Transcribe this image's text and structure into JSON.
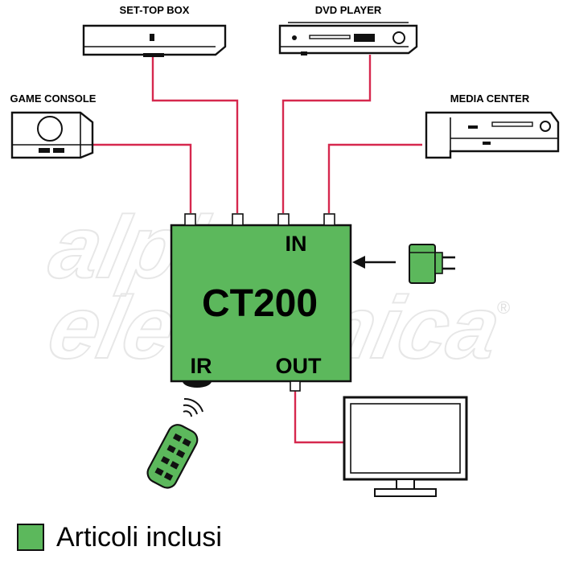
{
  "devices": {
    "set_top_box": "SET-TOP BOX",
    "dvd_player": "DVD PLAYER",
    "game_console": "GAME CONSOLE",
    "media_center": "MEDIA CENTER"
  },
  "switch": {
    "model": "CT200",
    "in_label": "IN",
    "out_label": "OUT",
    "ir_label": "IR",
    "color": "#5cb85c"
  },
  "legend": {
    "text": "Articoli inclusi",
    "color": "#5cb85c"
  },
  "watermark": {
    "line1": "alpha",
    "line2": "elettronica",
    "mark": "®"
  },
  "colors": {
    "cable": "#d6284e",
    "included_green": "#5cb85c"
  }
}
